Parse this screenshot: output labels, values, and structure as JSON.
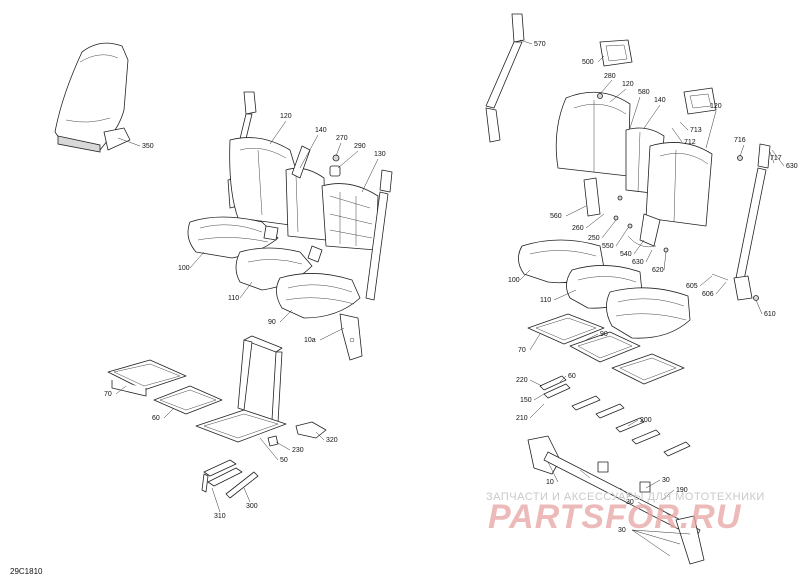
{
  "diagram_code": "29C1810",
  "watermark": {
    "line1": "ЗАПЧАСТИ И АКСЕССУАРЫ ДЛЯ МОТОТЕХНИКИ",
    "line2": "PARTSFOR.RU"
  },
  "callouts_left": [
    "350",
    "120",
    "140",
    "270",
    "290",
    "130",
    "100",
    "110",
    "90",
    "10a",
    "70",
    "60",
    "230",
    "320",
    "50",
    "310",
    "300"
  ],
  "callouts_right": [
    "570",
    "500",
    "280",
    "120",
    "580",
    "140",
    "713",
    "712",
    "120",
    "716",
    "717",
    "630",
    "560",
    "260",
    "250",
    "550",
    "540",
    "630",
    "620",
    "605",
    "606",
    "610",
    "100",
    "110",
    "90",
    "70",
    "220",
    "60",
    "150",
    "210",
    "200",
    "10",
    "30",
    "190",
    "30",
    "30"
  ]
}
